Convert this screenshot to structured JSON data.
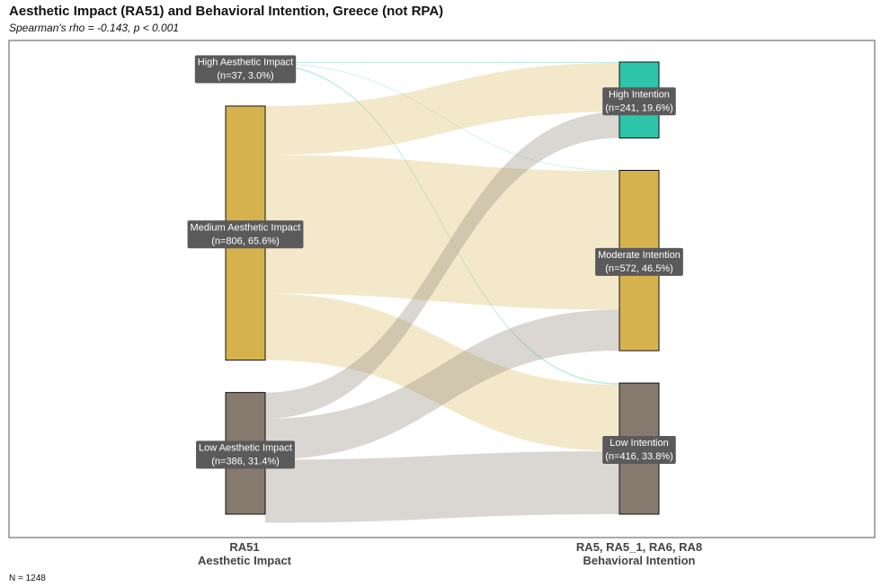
{
  "chart_data": {
    "type": "sankey",
    "title": "Aesthetic Impact (RA51) and Behavioral Intention, Greece (not RPA)",
    "subtitle": "Spearman's rho = -0.143, p < 0.001",
    "total_n": 1248,
    "note": "N = 1248",
    "axes": [
      {
        "line1": "RA51",
        "line2": "Aesthetic Impact"
      },
      {
        "line1": "RA5, RA5_1, RA6, RA8",
        "line2": "Behavioral Intention"
      }
    ],
    "left_nodes": [
      {
        "name": "High Aesthetic Impact",
        "stats": "(n=37, 3.0%)",
        "n": 37,
        "color": "#2ec4a9"
      },
      {
        "name": "Medium Aesthetic Impact",
        "stats": "(n=806, 65.6%)",
        "n": 806,
        "color": "#d6b24f"
      },
      {
        "name": "Low Aesthetic Impact",
        "stats": "(n=386, 31.4%)",
        "n": 386,
        "color": "#857a6d"
      }
    ],
    "right_nodes": [
      {
        "name": "High Intention",
        "stats": "(n=241, 19.6%)",
        "n": 241,
        "color": "#2ec4a9"
      },
      {
        "name": "Moderate Intention",
        "stats": "(n=572, 46.5%)",
        "n": 572,
        "color": "#d6b24f"
      },
      {
        "name": "Low Intention",
        "stats": "(n=416, 33.8%)",
        "n": 416,
        "color": "#857a6d"
      }
    ],
    "flows": [
      {
        "from": 0,
        "to": 0,
        "value": 3
      },
      {
        "from": 0,
        "to": 1,
        "value": 2
      },
      {
        "from": 0,
        "to": 2,
        "value": 5
      },
      {
        "from": 1,
        "to": 0,
        "value": 155
      },
      {
        "from": 1,
        "to": 1,
        "value": 440
      },
      {
        "from": 1,
        "to": 2,
        "value": 211
      },
      {
        "from": 2,
        "to": 0,
        "value": 83
      },
      {
        "from": 2,
        "to": 1,
        "value": 130
      },
      {
        "from": 2,
        "to": 2,
        "value": 200
      }
    ]
  }
}
